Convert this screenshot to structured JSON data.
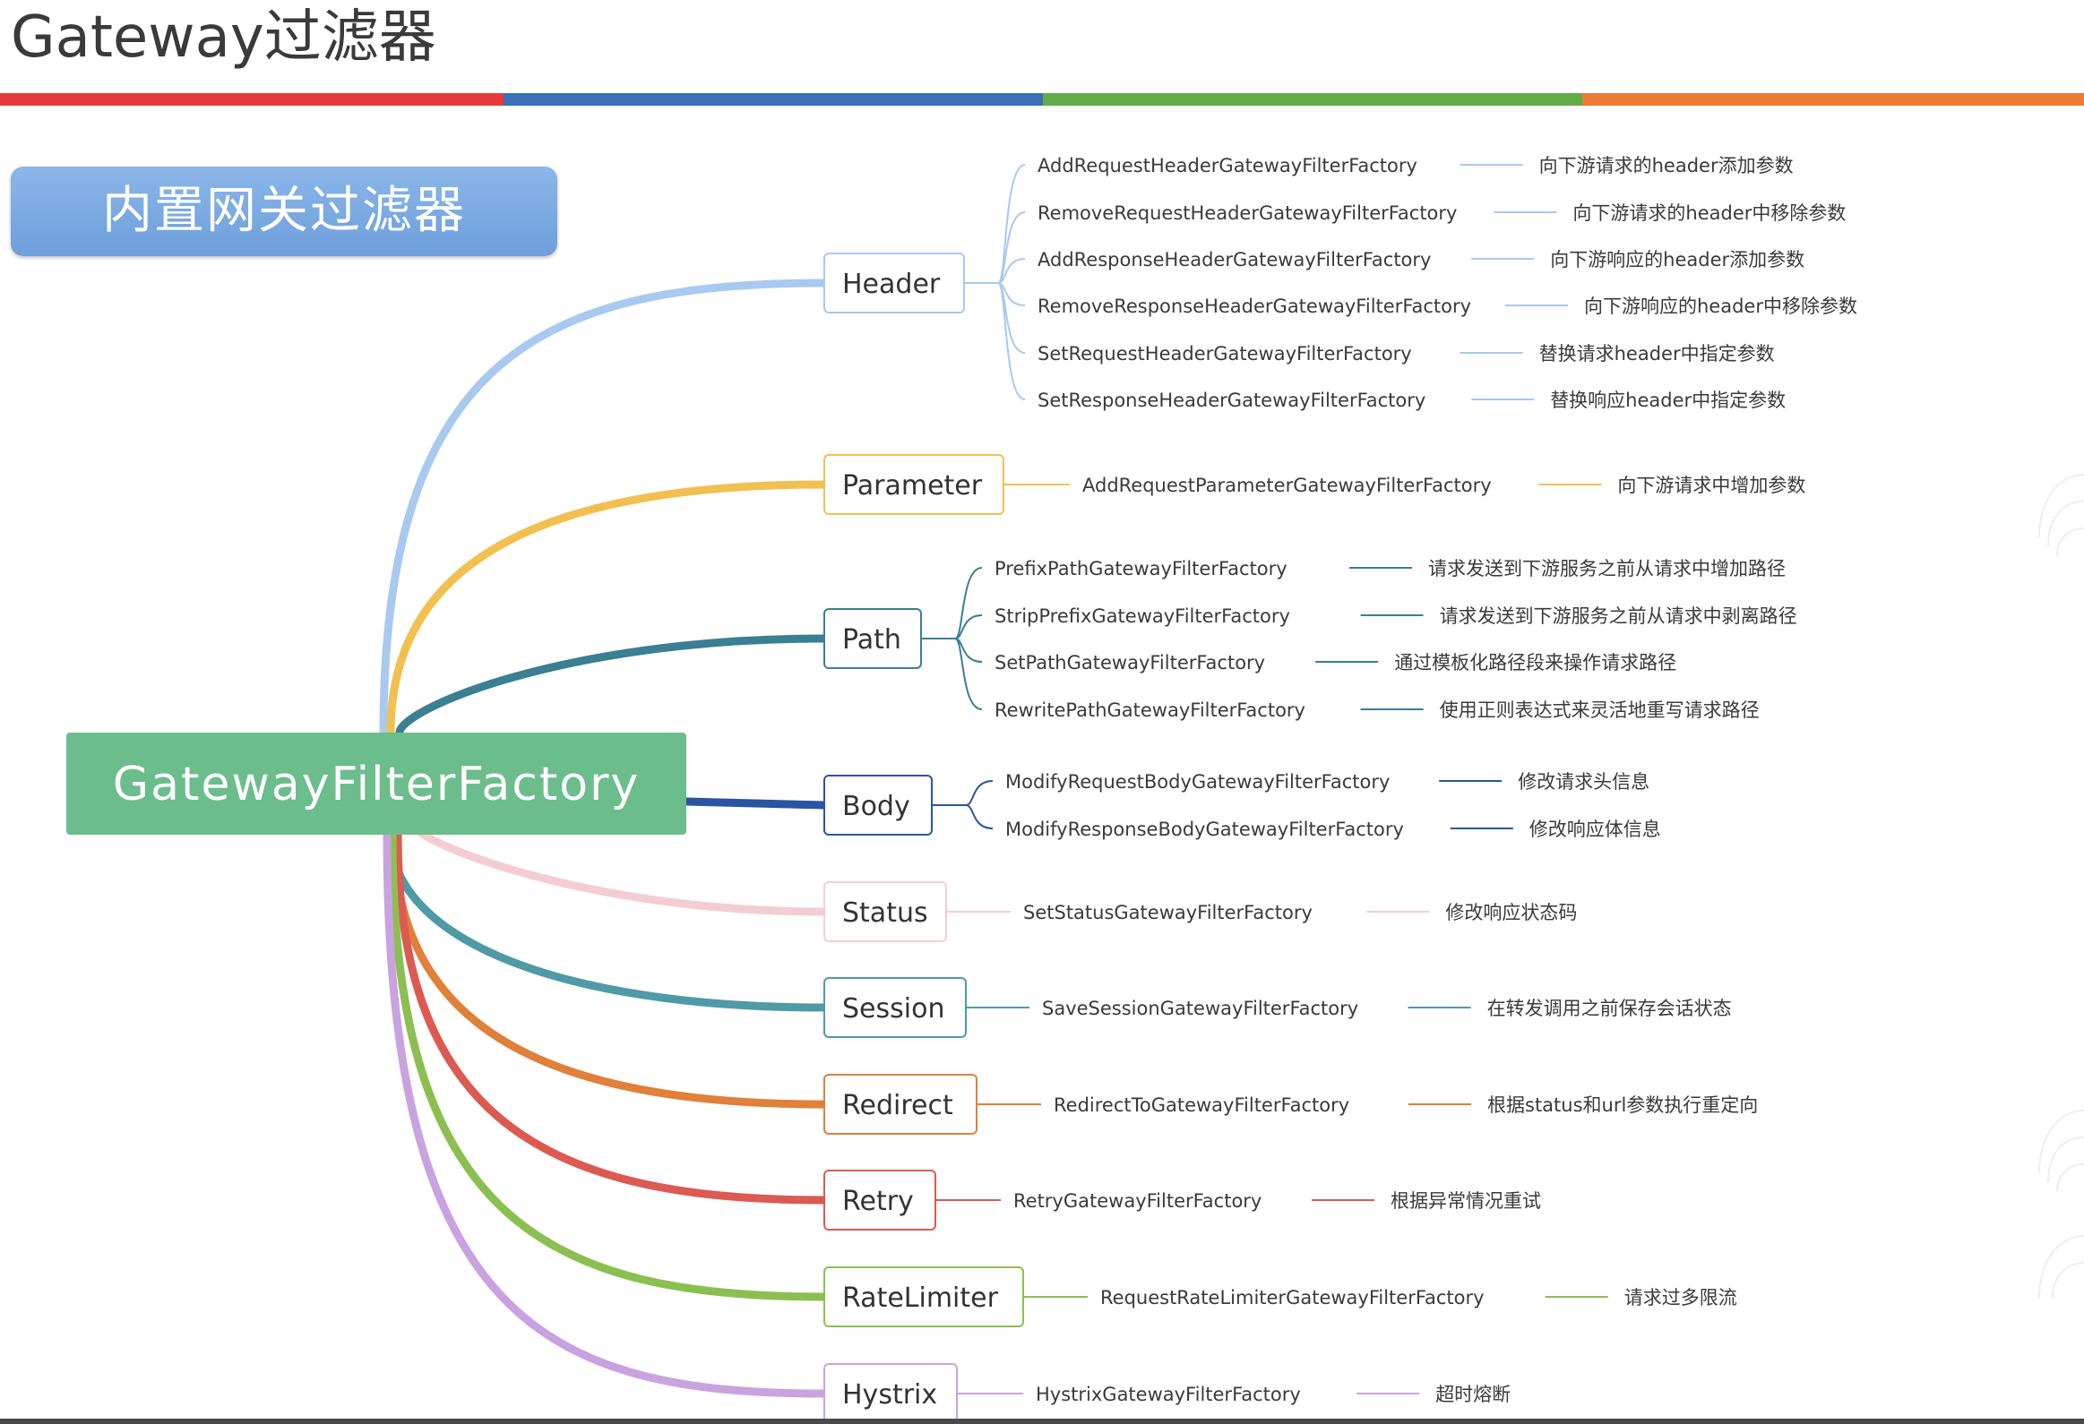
{
  "page": {
    "title": "Gateway过滤器",
    "section_label": "内置网关过滤器"
  },
  "palette": {
    "bar_red": "#e5393b",
    "bar_blue": "#3a6fb8",
    "bar_green": "#62ac47",
    "bar_orange": "#ec7b35",
    "root_fill": "#6cbd8c",
    "line_gray": "#9aa5b5",
    "text_dark": "#333333"
  },
  "root": {
    "label": "GatewayFilterFactory",
    "icon": "root-node"
  },
  "branches": [
    {
      "id": "header",
      "label": "Header",
      "color": "#a8c9f0",
      "leaves": [
        {
          "name": "AddRequestHeaderGatewayFilterFactory",
          "desc": "向下游请求的header添加参数"
        },
        {
          "name": "RemoveRequestHeaderGatewayFilterFactory",
          "desc": "向下游请求的header中移除参数"
        },
        {
          "name": "AddResponseHeaderGatewayFilterFactory",
          "desc": "向下游响应的header添加参数"
        },
        {
          "name": "RemoveResponseHeaderGatewayFilterFactory",
          "desc": "向下游响应的header中移除参数"
        },
        {
          "name": "SetRequestHeaderGatewayFilterFactory",
          "desc": "替换请求header中指定参数"
        },
        {
          "name": "SetResponseHeaderGatewayFilterFactory",
          "desc": "替换响应header中指定参数"
        }
      ]
    },
    {
      "id": "parameter",
      "label": "Parameter",
      "color": "#f2c050",
      "leaves": [
        {
          "name": "AddRequestParameterGatewayFilterFactory",
          "desc": "向下游请求中增加参数"
        }
      ]
    },
    {
      "id": "path",
      "label": "Path",
      "color": "#3b7f93",
      "leaves": [
        {
          "name": "PrefixPathGatewayFilterFactory",
          "desc": "请求发送到下游服务之前从请求中增加路径"
        },
        {
          "name": "StripPrefixGatewayFilterFactory",
          "desc": "请求发送到下游服务之前从请求中剥离路径"
        },
        {
          "name": "SetPathGatewayFilterFactory",
          "desc": "通过模板化路径段来操作请求路径"
        },
        {
          "name": "RewritePathGatewayFilterFactory",
          "desc": "使用正则表达式来灵活地重写请求路径"
        }
      ]
    },
    {
      "id": "body",
      "label": "Body",
      "color": "#2a55a4",
      "leaves": [
        {
          "name": "ModifyRequestBodyGatewayFilterFactory",
          "desc": "修改请求头信息"
        },
        {
          "name": "ModifyResponseBodyGatewayFilterFactory",
          "desc": "修改响应体信息"
        }
      ]
    },
    {
      "id": "status",
      "label": "Status",
      "color": "#f4cdd2",
      "leaves": [
        {
          "name": "SetStatusGatewayFilterFactory",
          "desc": "修改响应状态码"
        }
      ]
    },
    {
      "id": "session",
      "label": "Session",
      "color": "#4f9aa6",
      "leaves": [
        {
          "name": "SaveSessionGatewayFilterFactory",
          "desc": "在转发调用之前保存会话状态"
        }
      ]
    },
    {
      "id": "redirect",
      "label": "Redirect",
      "color": "#e0803a",
      "leaves": [
        {
          "name": "RedirectToGatewayFilterFactory",
          "desc": "根据status和url参数执行重定向"
        }
      ]
    },
    {
      "id": "retry",
      "label": "Retry",
      "color": "#dc5a52",
      "leaves": [
        {
          "name": "RetryGatewayFilterFactory",
          "desc": "根据异常情况重试"
        }
      ]
    },
    {
      "id": "ratelimiter",
      "label": "RateLimiter",
      "color": "#8cbf52",
      "leaves": [
        {
          "name": "RequestRateLimiterGatewayFilterFactory",
          "desc": "请求过多限流"
        }
      ]
    },
    {
      "id": "hystrix",
      "label": "Hystrix",
      "color": "#c9a2e0",
      "leaves": [
        {
          "name": "HystrixGatewayFilterFactory",
          "desc": "超时熔断"
        }
      ]
    }
  ]
}
